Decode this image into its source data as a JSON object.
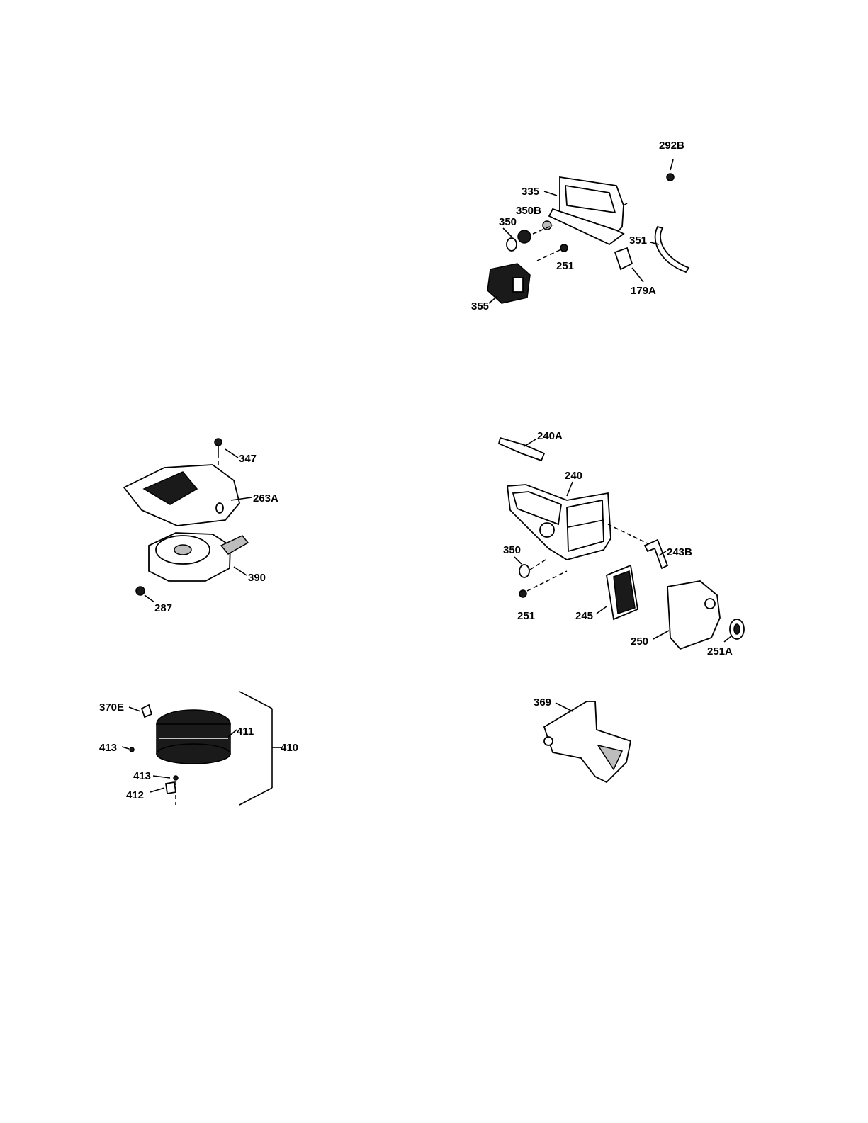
{
  "labels": {
    "l292B": "292B",
    "l335": "335",
    "l350B": "350B",
    "l350a": "350",
    "l351": "351",
    "l251a": "251",
    "l179A": "179A",
    "l355": "355",
    "l347": "347",
    "l263A": "263A",
    "l390": "390",
    "l287": "287",
    "l240A": "240A",
    "l240": "240",
    "l350b": "350",
    "l243B": "243B",
    "l251b": "251",
    "l245": "245",
    "l250": "250",
    "l251A": "251A",
    "l370E": "370E",
    "l413a": "413",
    "l411": "411",
    "l410": "410",
    "l413b": "413",
    "l412": "412",
    "l369": "369"
  },
  "colors": {
    "ink": "#000000",
    "paper": "#ffffff",
    "shade": "#1a1a1a"
  }
}
